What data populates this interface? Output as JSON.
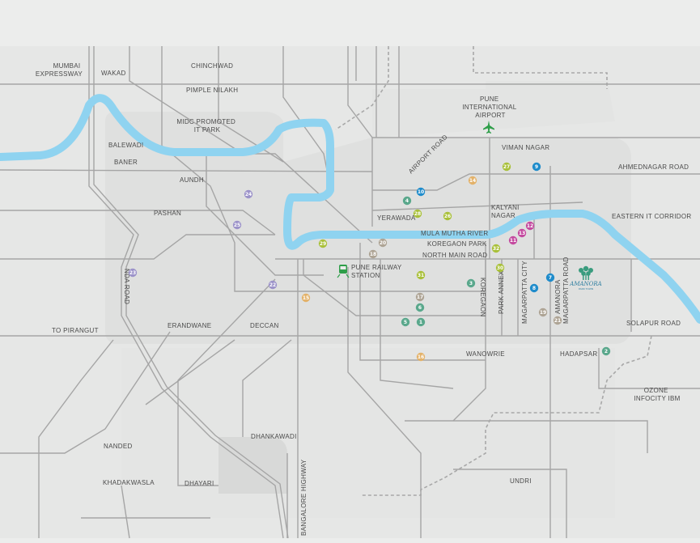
{
  "colors": {
    "background": "#ecedec",
    "zone": "#e0e1e0",
    "zone_light": "#f3f3f3",
    "road": "#a5a5a5",
    "river": "#8fd3f0",
    "boundary": "#a8a8a8",
    "marker_purple": "#9c93c9",
    "marker_olive": "#a9c03a",
    "marker_teal": "#5aa88c",
    "marker_orange": "#e3b26a",
    "marker_blue": "#1f8ccb",
    "marker_magenta": "#c44a9f",
    "marker_grey": "#aea495",
    "airport": "#2e9e49",
    "rail": "#2e9e49",
    "logo": "#3a9c7e"
  },
  "labels": {
    "mumbai_expressway": [
      "MUMBAI",
      "EXPRESSWAY"
    ],
    "wakad": "WAKAD",
    "chinchwad": "CHINCHWAD",
    "pimple_nilakh": "PIMPLE NILAKH",
    "midc": [
      "MIDC PROMOTED",
      "IT PARK"
    ],
    "balewadi": "BALEWADI",
    "baner": "BANER",
    "aundh": "AUNDH",
    "pashan": "PASHAN",
    "nda_road": "NDA ROAD",
    "to_pirangut": "TO PIRANGUT",
    "erandwane": "ERANDWANE",
    "deccan": "DECCAN",
    "nanded": "NANDED",
    "khadakwasla": "KHADAKWASLA",
    "dhayari": "DHAYARI",
    "dhankawadi": "DHANKAWADI",
    "bangalore_highway": "BANGALORE HIGHWAY",
    "airport": [
      "PUNE",
      "INTERNATIONAL",
      "AIRPORT"
    ],
    "viman_nagar": "VIMAN NAGAR",
    "ahmednagar_road": "AHMEDNAGAR ROAD",
    "airport_road": "AIRPORT ROAD",
    "yerawada": "YERAWADA",
    "kalyani_nagar": [
      "KALYANI",
      "NAGAR"
    ],
    "eastern_it_corridor": "EASTERN IT CORRIDOR",
    "mula_mutha_river": "MULA MUTHA RIVER",
    "koregaon_park": "KOREGAON PARK",
    "north_main_road": "NORTH MAIN ROAD",
    "railway_station": [
      "PUNE RAILWAY",
      "STATION"
    ],
    "koregaon": "KOREGAON",
    "park_annexe": "PARK ANNEXE",
    "magarpatta_city": "MAGARPATTA CITY",
    "amanora_magarpatta_road": [
      "AMANORA",
      "MAGARPATTA ROAD"
    ],
    "solapur_road": "SOLAPUR ROAD",
    "wanowrie": "WANOWRIE",
    "hadapsar": "HADAPSAR",
    "ozone": [
      "OZONE",
      "INFOCITY IBM"
    ],
    "undri": "UNDRI"
  },
  "logo": {
    "name": "AMANORA",
    "tagline": "PARK TOWN"
  },
  "markers": [
    {
      "num": "1",
      "color": "teal"
    },
    {
      "num": "2",
      "color": "teal"
    },
    {
      "num": "3",
      "color": "teal"
    },
    {
      "num": "4",
      "color": "teal"
    },
    {
      "num": "5",
      "color": "teal"
    },
    {
      "num": "6",
      "color": "teal"
    },
    {
      "num": "7",
      "color": "blue"
    },
    {
      "num": "8",
      "color": "blue"
    },
    {
      "num": "9",
      "color": "blue"
    },
    {
      "num": "10",
      "color": "blue"
    },
    {
      "num": "11",
      "color": "magenta"
    },
    {
      "num": "12",
      "color": "magenta"
    },
    {
      "num": "13",
      "color": "magenta"
    },
    {
      "num": "14",
      "color": "orange"
    },
    {
      "num": "15",
      "color": "orange"
    },
    {
      "num": "16",
      "color": "orange"
    },
    {
      "num": "17",
      "color": "grey"
    },
    {
      "num": "18",
      "color": "grey"
    },
    {
      "num": "19",
      "color": "grey"
    },
    {
      "num": "20",
      "color": "grey"
    },
    {
      "num": "21",
      "color": "grey"
    },
    {
      "num": "22",
      "color": "purple"
    },
    {
      "num": "23",
      "color": "purple"
    },
    {
      "num": "24",
      "color": "purple"
    },
    {
      "num": "25",
      "color": "purple"
    },
    {
      "num": "26",
      "color": "olive"
    },
    {
      "num": "27",
      "color": "olive"
    },
    {
      "num": "28",
      "color": "olive"
    },
    {
      "num": "29",
      "color": "olive"
    },
    {
      "num": "30",
      "color": "olive"
    },
    {
      "num": "31",
      "color": "olive"
    },
    {
      "num": "32",
      "color": "olive"
    }
  ]
}
